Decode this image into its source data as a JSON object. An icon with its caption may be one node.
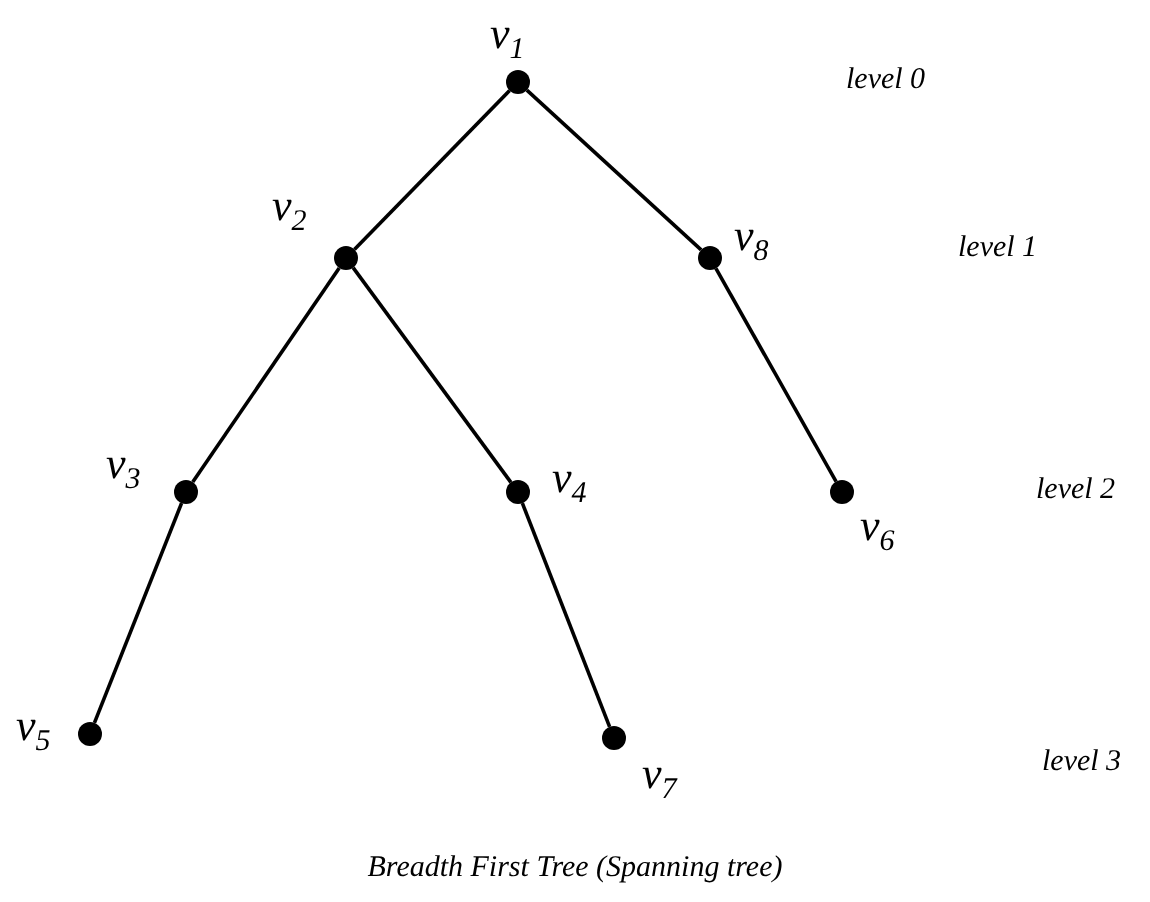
{
  "diagram": {
    "caption": "Breadth First Tree (Spanning tree)",
    "nodes": [
      {
        "text": [],
        "shape": "circle",
        "beside": [
          "v$_{1}$"
        ]
      },
      {
        "text": [],
        "shape": "circle",
        "beside": [
          "v$_{2}$"
        ]
      },
      {
        "text": [],
        "shape": "circle",
        "beside": [
          "v$_{8}$"
        ]
      },
      {
        "text": [],
        "shape": "circle",
        "beside": [
          "v$_{3}$"
        ]
      },
      {
        "text": [],
        "shape": "circle",
        "beside": [
          "v$_{4}$"
        ]
      },
      {
        "text": [],
        "shape": "circle",
        "beside": [
          "v$_{6}$"
        ]
      },
      {
        "text": [],
        "shape": "circle",
        "beside": [
          "v$_{5}$"
        ]
      },
      {
        "text": [],
        "shape": "circle",
        "beside": [
          "v$_{7}$"
        ]
      }
    ],
    "edges": [
      {
        "from": 0,
        "to": 1,
        "arrow": "none"
      },
      {
        "from": 0,
        "to": 2,
        "arrow": "none"
      },
      {
        "from": 1,
        "to": 3,
        "arrow": "none"
      },
      {
        "from": 1,
        "to": 4,
        "arrow": "none"
      },
      {
        "from": 2,
        "to": 5,
        "arrow": "none"
      },
      {
        "from": 3,
        "to": 6,
        "arrow": "none"
      },
      {
        "from": 4,
        "to": 7,
        "arrow": "none"
      }
    ],
    "labels": [
      "level 0",
      "level 1",
      "level 2",
      "level 3"
    ]
  }
}
